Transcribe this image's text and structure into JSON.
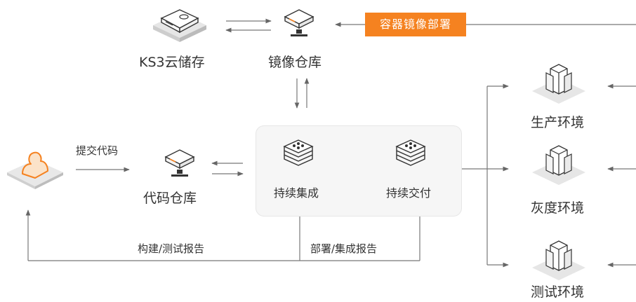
{
  "badge": {
    "deploy": "容器镜像部署"
  },
  "nodes": {
    "ks3": "KS3云储存",
    "registry": "镜像仓库",
    "code_repo": "代码仓库",
    "ci": "持续集成",
    "cd": "持续交付",
    "prod": "生产环境",
    "gray": "灰度环境",
    "test": "测试环境"
  },
  "edges": {
    "commit": "提交代码",
    "build_report": "构建/测试报告",
    "deploy_report": "部署/集成报告"
  },
  "colors": {
    "accent": "#f58220",
    "line": "#666666",
    "icon_light": "#e3e3e3",
    "icon_dark": "#333333",
    "panel": "#f6f6f6"
  },
  "icons": [
    "user-icon",
    "server-icon",
    "stack-icon",
    "cubes-icon"
  ]
}
